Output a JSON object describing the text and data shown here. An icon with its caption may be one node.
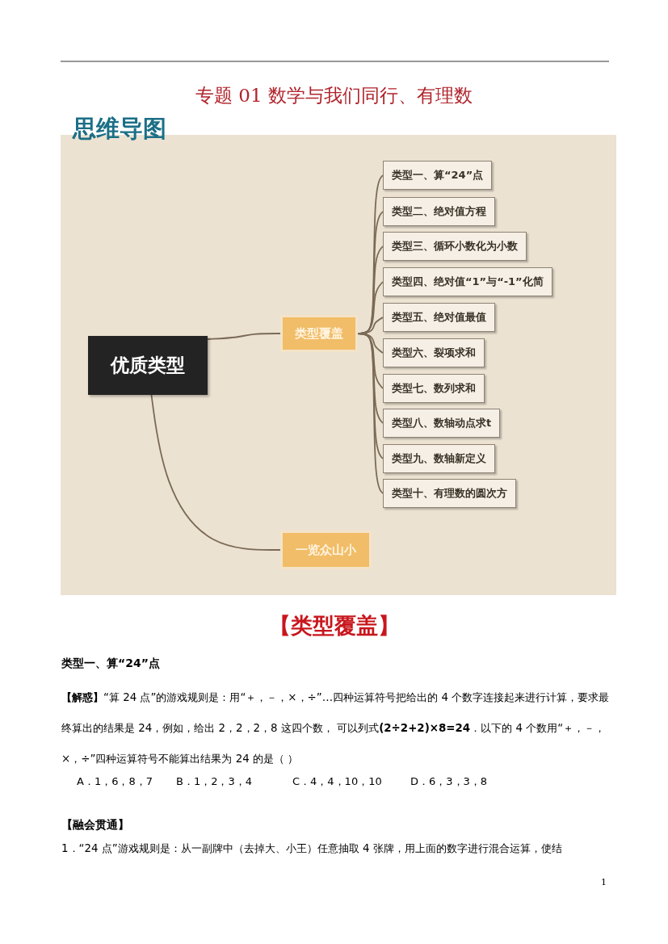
{
  "diagram": {
    "title": "专题 01 数学与我们同行、有理数",
    "nodes": [
      {
        "text": [
          "优质类型"
        ]
      },
      {
        "text": [
          "类型覆盖"
        ]
      },
      {
        "text": [
          "一览众山小"
        ]
      },
      {
        "text": [
          "类型一、算“24”点"
        ]
      },
      {
        "text": [
          "类型二、绝对值方程"
        ]
      },
      {
        "text": [
          "类型三、循环小数化为小数"
        ]
      },
      {
        "text": [
          "类型四、绝对值“1”与“-1”化简"
        ]
      },
      {
        "text": [
          "类型五、绝对值最值"
        ]
      },
      {
        "text": [
          "类型六、裂项求和"
        ]
      },
      {
        "text": [
          "类型七、数列求和"
        ]
      },
      {
        "text": [
          "类型八、数轴动点求t"
        ]
      },
      {
        "text": [
          "类型九、数轴新定义"
        ]
      },
      {
        "text": [
          "类型十、有理数的圆次方"
        ]
      }
    ],
    "edges": [
      {
        "from": 0,
        "to": 1,
        "arrow": "none"
      },
      {
        "from": 0,
        "to": 2,
        "arrow": "none"
      },
      {
        "from": 1,
        "to": 3,
        "arrow": "none"
      },
      {
        "from": 1,
        "to": 4,
        "arrow": "none"
      },
      {
        "from": 1,
        "to": 5,
        "arrow": "none"
      },
      {
        "from": 1,
        "to": 6,
        "arrow": "none"
      },
      {
        "from": 1,
        "to": 7,
        "arrow": "none"
      },
      {
        "from": 1,
        "to": 8,
        "arrow": "none"
      },
      {
        "from": 1,
        "to": 9,
        "arrow": "none"
      },
      {
        "from": 1,
        "to": 10,
        "arrow": "none"
      },
      {
        "from": 1,
        "to": 11,
        "arrow": "none"
      },
      {
        "from": 1,
        "to": 12,
        "arrow": "none"
      }
    ],
    "labels": [
      "思维导图",
      "【类型覆盖】",
      "类型一、算“24”点",
      "**【解惑】**“算 24 点”的游戏规则是：用“＋，－，×，÷”…四种运算符号把给出的 4 个数字连接起来进行计算，要求最终算出的结果是 24，例如，给出 2，2，2，8 这四个数， 可以列式**(2÷2+2)×8=24**．以下的 4 个数用“＋，－，×，÷”四种运算符号不能算出结果为 24 的是（ ）",
      "A．1，6，8，7",
      "B．1，2，3，4",
      "C．4，4，10，10",
      "D．6，3，3，8",
      "【融会贯通】",
      "1．“24 点”游戏规则是：从一副牌中（去掉大、小王）任意抽取 4 张牌，用上面的数字进行混合运算，使结",
      "1"
    ]
  }
}
